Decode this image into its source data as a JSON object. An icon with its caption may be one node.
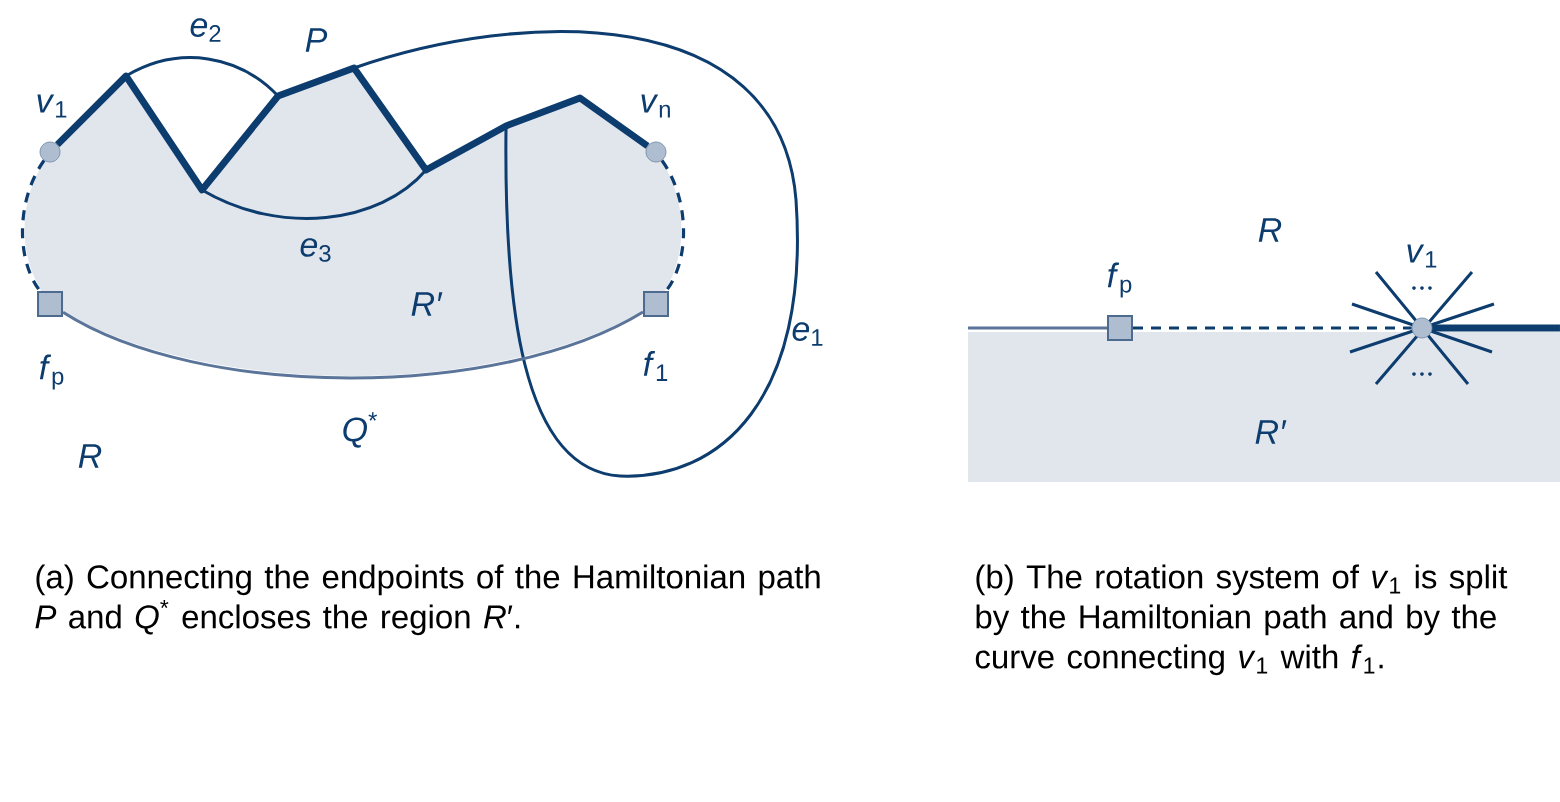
{
  "diagram": {
    "nodes": [
      {
        "text": [],
        "shape": "circle",
        "beside": [
          "*v*$_{1}$"
        ]
      },
      {
        "text": [],
        "shape": "circle",
        "beside": [
          "*v*$_{n}$"
        ]
      },
      {
        "text": [],
        "shape": "box",
        "beside": [
          "*f*$_{p}$"
        ]
      },
      {
        "text": [],
        "shape": "box",
        "beside": [
          "*f*$_{1}$"
        ]
      },
      {
        "text": [],
        "shape": "box",
        "beside": [
          "*f*$_{p}$"
        ]
      },
      {
        "text": [],
        "shape": "circle",
        "beside": [
          "*v*$_{1}$"
        ]
      }
    ],
    "edges": [
      {
        "from": 0,
        "to": 2,
        "arrow": "none",
        "style": "dashed"
      },
      {
        "from": 1,
        "to": 3,
        "arrow": "none",
        "style": "dashed"
      },
      {
        "from": 2,
        "to": 3,
        "arrow": "none",
        "label": "*Q*$^{*}$",
        "color": "#5a7599"
      },
      {
        "from": 0,
        "to": 1,
        "arrow": "none",
        "style": "thick"
      },
      {
        "from": 4,
        "to": 5,
        "arrow": "none",
        "style": "dashed"
      }
    ],
    "labels": [
      "*e*$_{2}$",
      "P",
      "*e*$_{3}$",
      "R′",
      "*e*$_{1}$",
      "R",
      "R",
      "R′",
      "(a) Connecting the endpoints of the Hamiltonian path *P* and *Q*$^{*}$ encloses the region *R*′.",
      "(b) The rotation system of *v*$_{1}$ is split by the Hamiltonian path and by the curve connecting *v*$_{1}$ with *f*$_{1}$."
    ]
  }
}
